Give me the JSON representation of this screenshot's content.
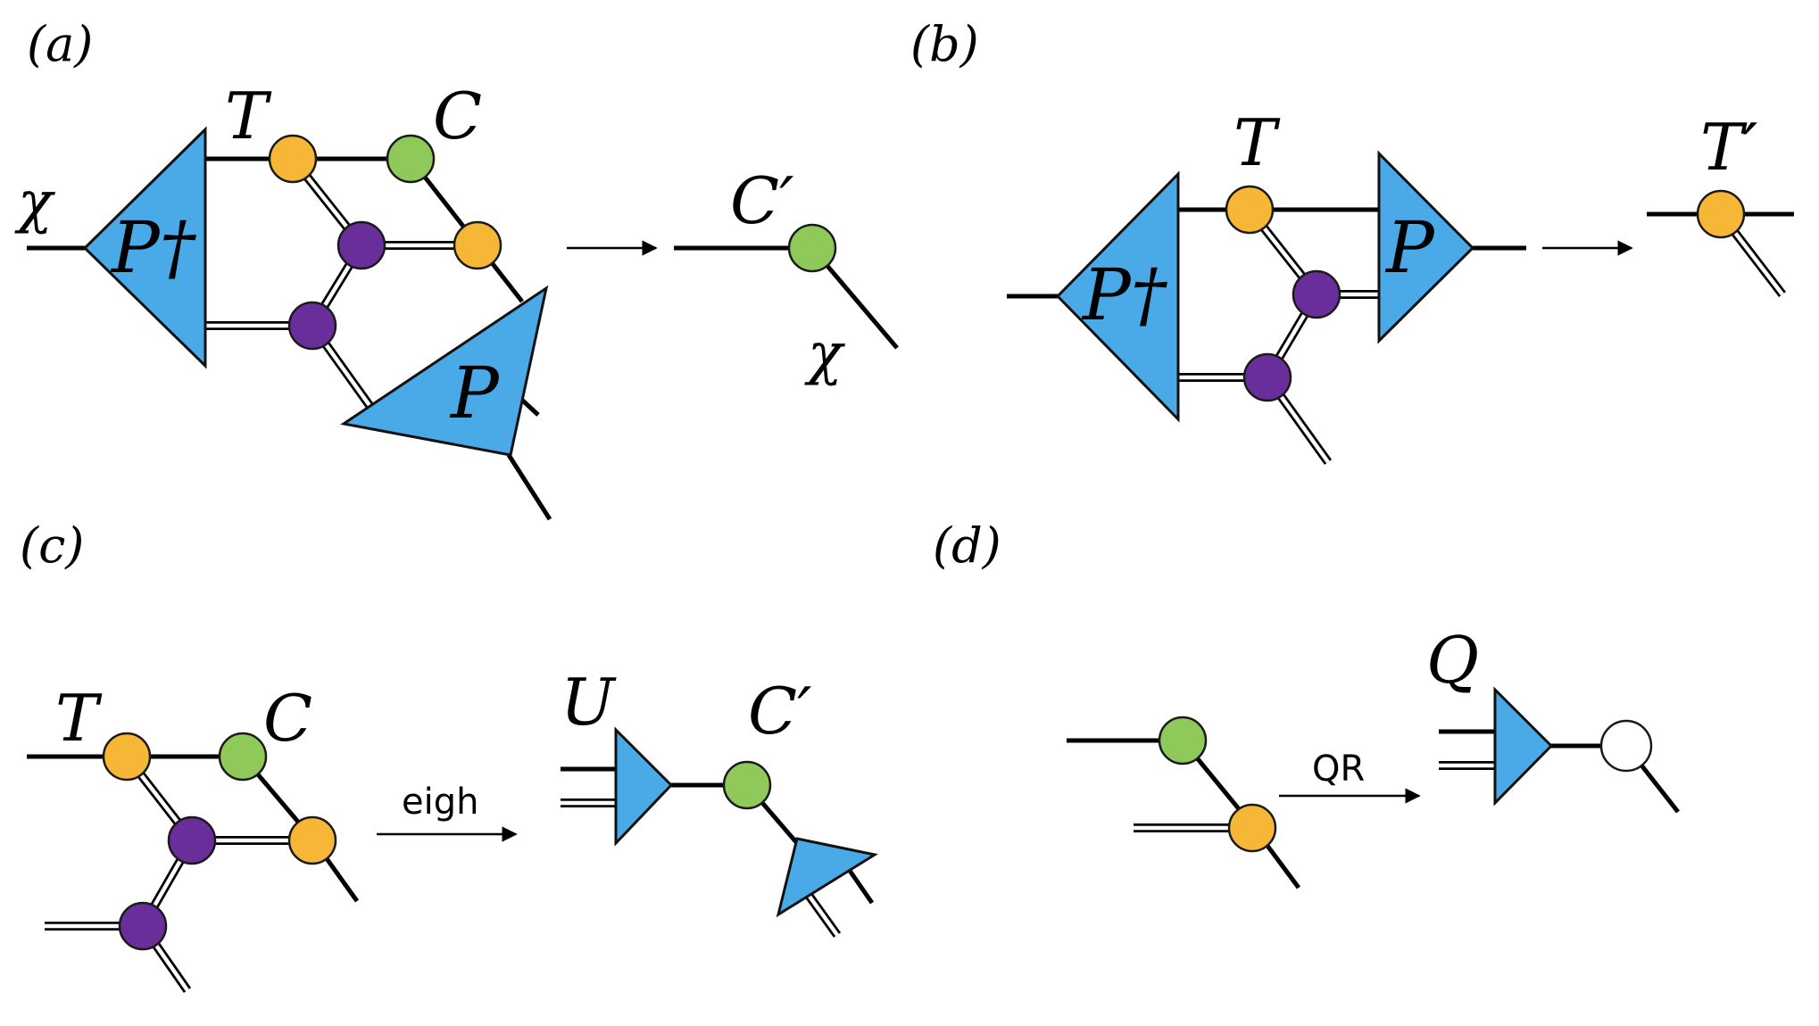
{
  "panels": {
    "a": {
      "label": "(a)",
      "tensors": {
        "P_dagger": "P†",
        "P": "P",
        "T": "T",
        "C": "C",
        "result": "C′",
        "bond": "χ",
        "bond_out": "χ"
      }
    },
    "b": {
      "label": "(b)",
      "tensors": {
        "P_dagger": "P†",
        "P": "P",
        "T": "T",
        "result": "T′"
      }
    },
    "c": {
      "label": "(c)",
      "tensors": {
        "T": "T",
        "C": "C",
        "U": "U",
        "result": "C′"
      },
      "operation": "eigh"
    },
    "d": {
      "label": "(d)",
      "tensors": {
        "Q": "Q"
      },
      "operation": "QR"
    }
  },
  "colors": {
    "projector": "#4aaae8",
    "T_node": "#f5b735",
    "C_node": "#8fc95a",
    "inner_node": "#6a2e9a",
    "empty_node": "#ffffff"
  }
}
